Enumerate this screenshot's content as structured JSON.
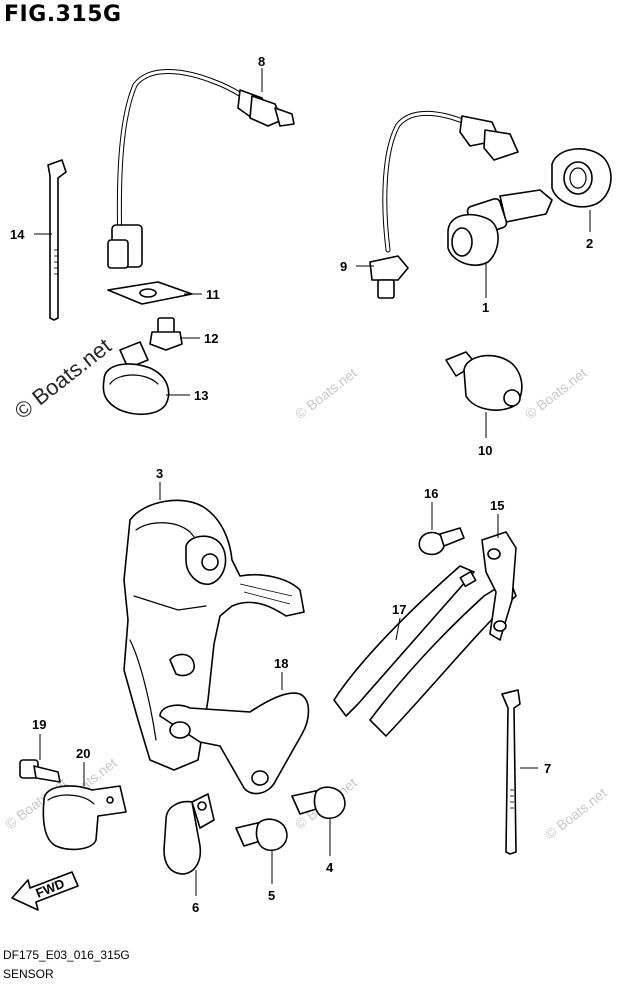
{
  "title": "FIG.315G",
  "footer": {
    "code": "DF175_E03_016_315G",
    "name": "SENSOR"
  },
  "fwd_label": "FWD",
  "watermark": "© Boats.net",
  "callouts": {
    "c1": "1",
    "c2": "2",
    "c3": "3",
    "c4": "4",
    "c5": "5",
    "c6": "6",
    "c7": "7",
    "c8": "8",
    "c9": "9",
    "c10": "10",
    "c11": "11",
    "c12": "12",
    "c13": "13",
    "c14": "14",
    "c15": "15",
    "c16": "16",
    "c17": "17",
    "c18": "18",
    "c19": "19",
    "c20": "20"
  }
}
